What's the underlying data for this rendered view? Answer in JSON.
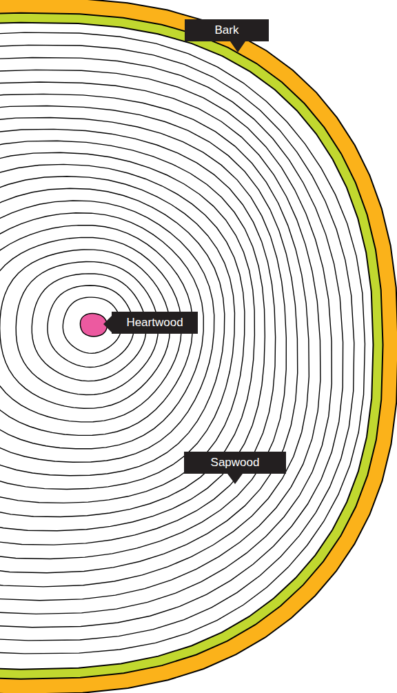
{
  "diagram": {
    "labels": [
      "Bark",
      "Heartwood",
      "Sapwood"
    ]
  }
}
